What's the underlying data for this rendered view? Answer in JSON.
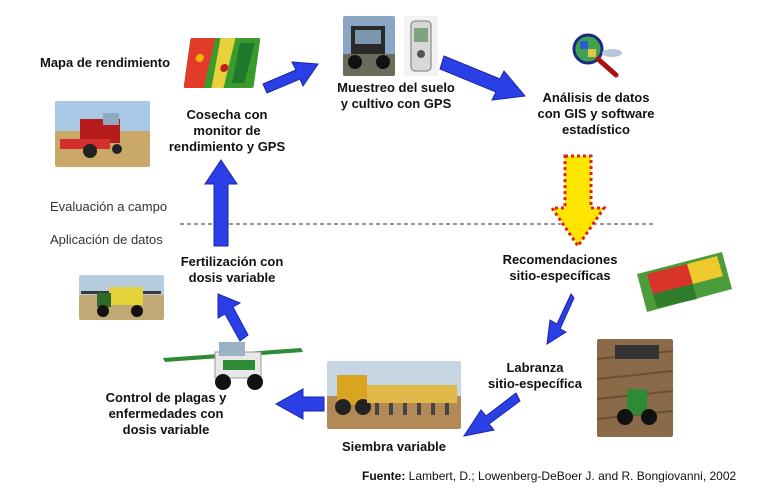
{
  "colors": {
    "arrow_fill": "#2b3fe6",
    "arrow_stroke": "#1a26a8",
    "highlight_arrow_fill": "#ffe600",
    "highlight_arrow_border": "#e0201a",
    "divider": "#333333"
  },
  "zones": {
    "upper": "Evaluación a campo",
    "lower": "Aplicación de datos"
  },
  "stages": {
    "yield_map": "Mapa de rendimiento",
    "harvest": "Cosecha con\nmonitor de\nrendimiento y GPS",
    "sampling": "Muestreo del suelo\ny cultivo con GPS",
    "analysis": "Análisis de datos\ncon GIS y software\nestadístico",
    "recommendations": "Recomendaciones\nsitio-específicas",
    "tillage": "Labranza\nsitio-específica",
    "sowing": "Siembra variable",
    "pest_control": "Control de plagas y\nenfermedades con\ndosis variable",
    "fertilization": "Fertilización con\ndosis variable"
  },
  "source": {
    "label": "Fuente:",
    "text": " Lambert, D.; Lowenberg-DeBoer J. and R. Bongiovanni, 2002"
  },
  "icons": {
    "yield_map": "yield-map-image",
    "harvest": "combine-harvester-image",
    "sampling": "gps-sampling-vehicle-image",
    "gps_device": "handheld-gps-image",
    "analysis": "gis-magnifier-icon",
    "recommendations": "prescription-map-image",
    "tillage": "tractor-field-image",
    "sowing": "seed-drill-image",
    "pest_control": "sprayer-image",
    "fertilization": "fertilizer-applicator-image"
  }
}
